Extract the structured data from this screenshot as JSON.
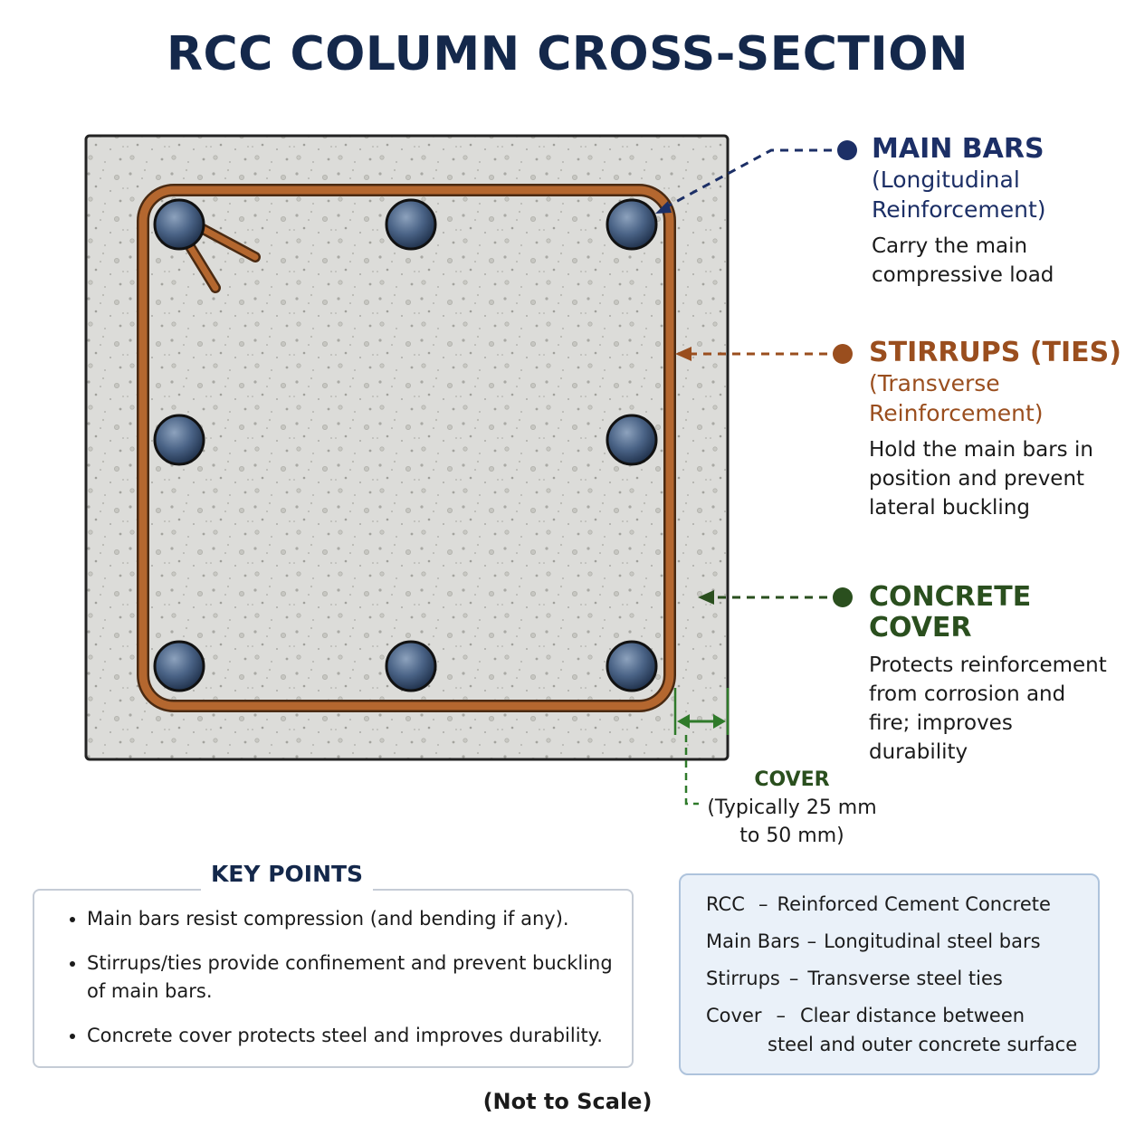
{
  "title": "RCC COLUMN CROSS-SECTION",
  "labels": {
    "main_bars": {
      "heading": "MAIN BARS",
      "sub_line1": "(Longitudinal",
      "sub_line2": "Reinforcement)",
      "desc_line1": "Carry the main",
      "desc_line2": "compressive load"
    },
    "stirrups": {
      "heading": "STIRRUPS (TIES)",
      "sub_line1": "(Transverse",
      "sub_line2": "Reinforcement)",
      "desc_line1": "Hold the main bars in",
      "desc_line2": "position and prevent",
      "desc_line3": "lateral buckling"
    },
    "concrete_cover": {
      "heading": "CONCRETE COVER",
      "desc_line1": "Protects reinforcement",
      "desc_line2": "from corrosion and",
      "desc_line3": "fire; improves",
      "desc_line4": "durability"
    }
  },
  "cover_note": {
    "heading": "COVER",
    "line1": "(Typically 25 mm",
    "line2": "to 50 mm)"
  },
  "key_points": {
    "title": "KEY POINTS",
    "items": [
      "Main bars resist compression (and bending if any).",
      "Stirrups/ties provide confinement and prevent buckling of main bars.",
      "Concrete cover protects steel and improves durability."
    ]
  },
  "abbreviations": [
    {
      "term": "RCC",
      "definition": "Reinforced Cement Concrete"
    },
    {
      "term": "Main Bars",
      "definition": "Longitudinal steel bars"
    },
    {
      "term": "Stirrups",
      "definition": "Transverse steel ties"
    },
    {
      "term": "Cover",
      "definition_line1": "Clear distance between",
      "definition_line2": "steel and outer concrete surface"
    }
  ],
  "abbr_dash": "–",
  "footer": "(Not to Scale)",
  "colors": {
    "navy": "#1c2f66",
    "rust": "#9a4e1e",
    "green": "#2a4f1e",
    "concrete": "#d9d9d6",
    "steel": "#3f5878"
  }
}
